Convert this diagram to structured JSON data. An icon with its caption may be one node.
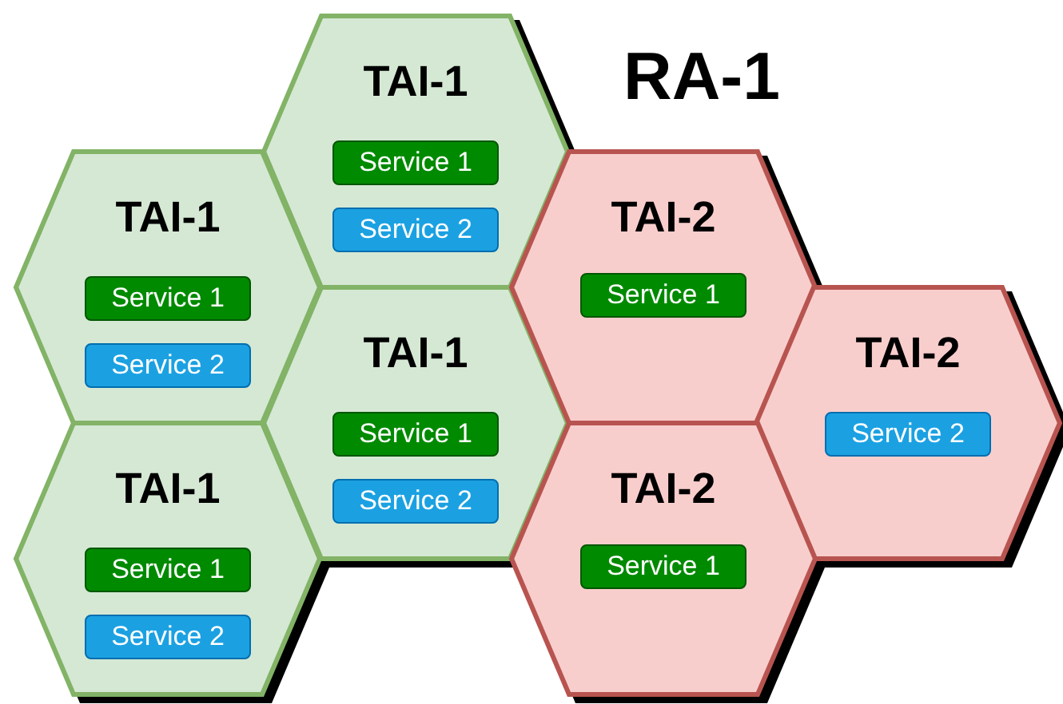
{
  "diagram": {
    "nodes": [
      {
        "text": [
          "TAI-1"
        ]
      },
      {
        "text": [
          "Service 1"
        ],
        "in": 0
      },
      {
        "text": [
          "Service 2"
        ],
        "in": 0
      },
      {
        "text": [
          "TAI-1"
        ]
      },
      {
        "text": [
          "Service 1"
        ],
        "in": 3
      },
      {
        "text": [
          "Service 2"
        ],
        "in": 3
      },
      {
        "text": [
          "TAI-1"
        ]
      },
      {
        "text": [
          "Service 1"
        ],
        "in": 6
      },
      {
        "text": [
          "Service 2"
        ],
        "in": 6
      },
      {
        "text": [
          "TAI-1"
        ]
      },
      {
        "text": [
          "Service 1"
        ],
        "in": 9
      },
      {
        "text": [
          "Service 2"
        ],
        "in": 9
      },
      {
        "text": [
          "TAI-2"
        ]
      },
      {
        "text": [
          "Service 1"
        ],
        "in": 12
      },
      {
        "text": [
          "TAI-2"
        ]
      },
      {
        "text": [
          "Service 2"
        ],
        "in": 14
      },
      {
        "text": [
          "TAI-2"
        ]
      },
      {
        "text": [
          "Service 1"
        ],
        "in": 16
      }
    ],
    "labels": [
      "RA-1"
    ]
  }
}
